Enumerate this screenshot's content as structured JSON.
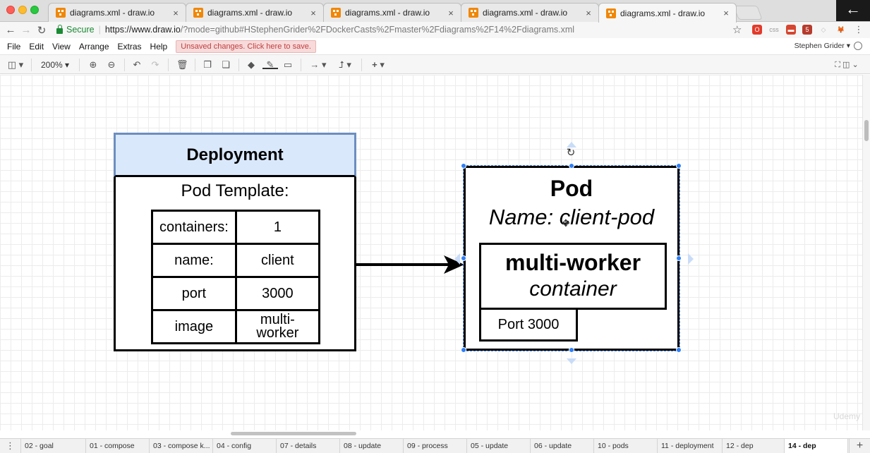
{
  "browser": {
    "tabs": [
      {
        "title": "diagrams.xml - draw.io",
        "active": false
      },
      {
        "title": "diagrams.xml - draw.io",
        "active": false
      },
      {
        "title": "diagrams.xml - draw.io",
        "active": false
      },
      {
        "title": "diagrams.xml - draw.io",
        "active": false
      },
      {
        "title": "diagrams.xml - draw.io",
        "active": true
      }
    ],
    "tab_close_glyph": "×",
    "secure_label": "Secure",
    "url_scheme_host": "https://www.draw.io",
    "url_rest": "/?mode=github#HStephenGrider%2FDockerCasts%2Fmaster%2Fdiagrams%2F14%2Fdiagrams.xml",
    "extensions": [
      {
        "label": "O",
        "color": "#e33a2b"
      },
      {
        "label": "css",
        "color": "#9a9a9a"
      },
      {
        "label": "▬",
        "color": "#d6452f"
      },
      {
        "label": "5",
        "color": "#b63b2c"
      },
      {
        "label": "◇",
        "color": "#bdbdbd"
      },
      {
        "label": "🦊",
        "color": "#f0a02a"
      }
    ]
  },
  "menubar": {
    "items": [
      "File",
      "Edit",
      "View",
      "Arrange",
      "Extras",
      "Help"
    ],
    "unsaved_notice": "Unsaved changes. Click here to save.",
    "user": "Stephen Grider"
  },
  "toolbar": {
    "zoom": "200%"
  },
  "diagram": {
    "deployment": {
      "title": "Deployment",
      "subtitle": "Pod Template:",
      "rows": [
        {
          "key": "containers:",
          "value": "1"
        },
        {
          "key": "name:",
          "value": "client"
        },
        {
          "key": "port",
          "value": "3000"
        },
        {
          "key": "image",
          "value": "multi-\nworker"
        }
      ]
    },
    "pod": {
      "title": "Pod",
      "name_line": "Name: client-pod",
      "container_name": "multi-worker",
      "container_kind": "container",
      "port_label": "Port 3000"
    },
    "watermark": "Udemy"
  },
  "pages": {
    "tabs": [
      {
        "label": "02 - goal",
        "active": false
      },
      {
        "label": "01 - compose",
        "active": false
      },
      {
        "label": "03 - compose k...",
        "active": false
      },
      {
        "label": "04 - config",
        "active": false
      },
      {
        "label": "07 - details",
        "active": false
      },
      {
        "label": "08 - update",
        "active": false
      },
      {
        "label": "09 - process",
        "active": false
      },
      {
        "label": "05 - update",
        "active": false
      },
      {
        "label": "06 - update",
        "active": false
      },
      {
        "label": "10 - pods",
        "active": false
      },
      {
        "label": "11 - deployment",
        "active": false
      },
      {
        "label": "12 - dep",
        "active": false
      },
      {
        "label": "14 - dep",
        "active": true
      }
    ]
  },
  "colors": {
    "deployment_header_fill": "#dae8fc",
    "deployment_header_stroke": "#6c8ebf",
    "selection": "#2f7ff6",
    "unsaved_bg": "#f7dada",
    "unsaved_text": "#c13f3f"
  }
}
